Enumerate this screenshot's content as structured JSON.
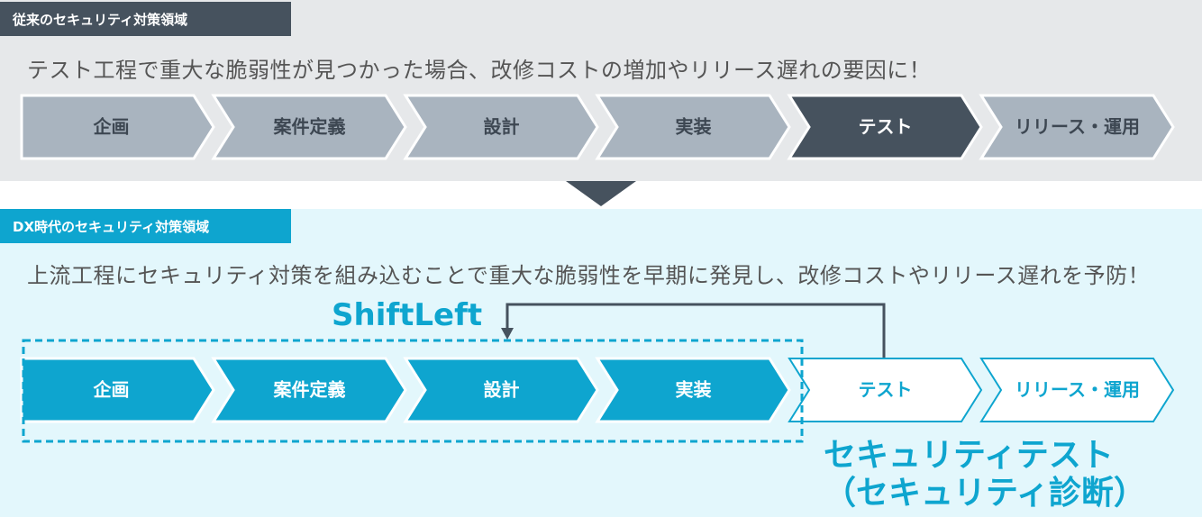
{
  "current": {
    "heading": "従来のセキュリティ対策領域",
    "description": "テスト工程で重大な脆弱性が見つかった場合、改修コストの増加やリリース遅れの要因に！",
    "steps": [
      "企画",
      "案件定義",
      "設計",
      "実装",
      "テスト",
      "リリース・運用"
    ],
    "highlight_step": "テスト"
  },
  "dx": {
    "heading": "DX時代のセキュリティ対策領域",
    "description": "上流工程にセキュリティ対策を組み込むことで重大な脆弱性を早期に発見し、改修コストやリリース遅れを予防！",
    "steps": [
      "企画",
      "案件定義",
      "設計",
      "実装",
      "テスト",
      "リリース・運用"
    ],
    "shift_label": "ShiftLeft",
    "security_test_line1": "セキュリティテスト",
    "security_test_line2": "（セキュリティ診断）"
  },
  "colors": {
    "dark": "#46525e",
    "gray_step": "#a9b4bf",
    "cyan": "#0ea5cf",
    "top_bg": "#e6e8ea",
    "bottom_bg": "#e3f7fc"
  }
}
